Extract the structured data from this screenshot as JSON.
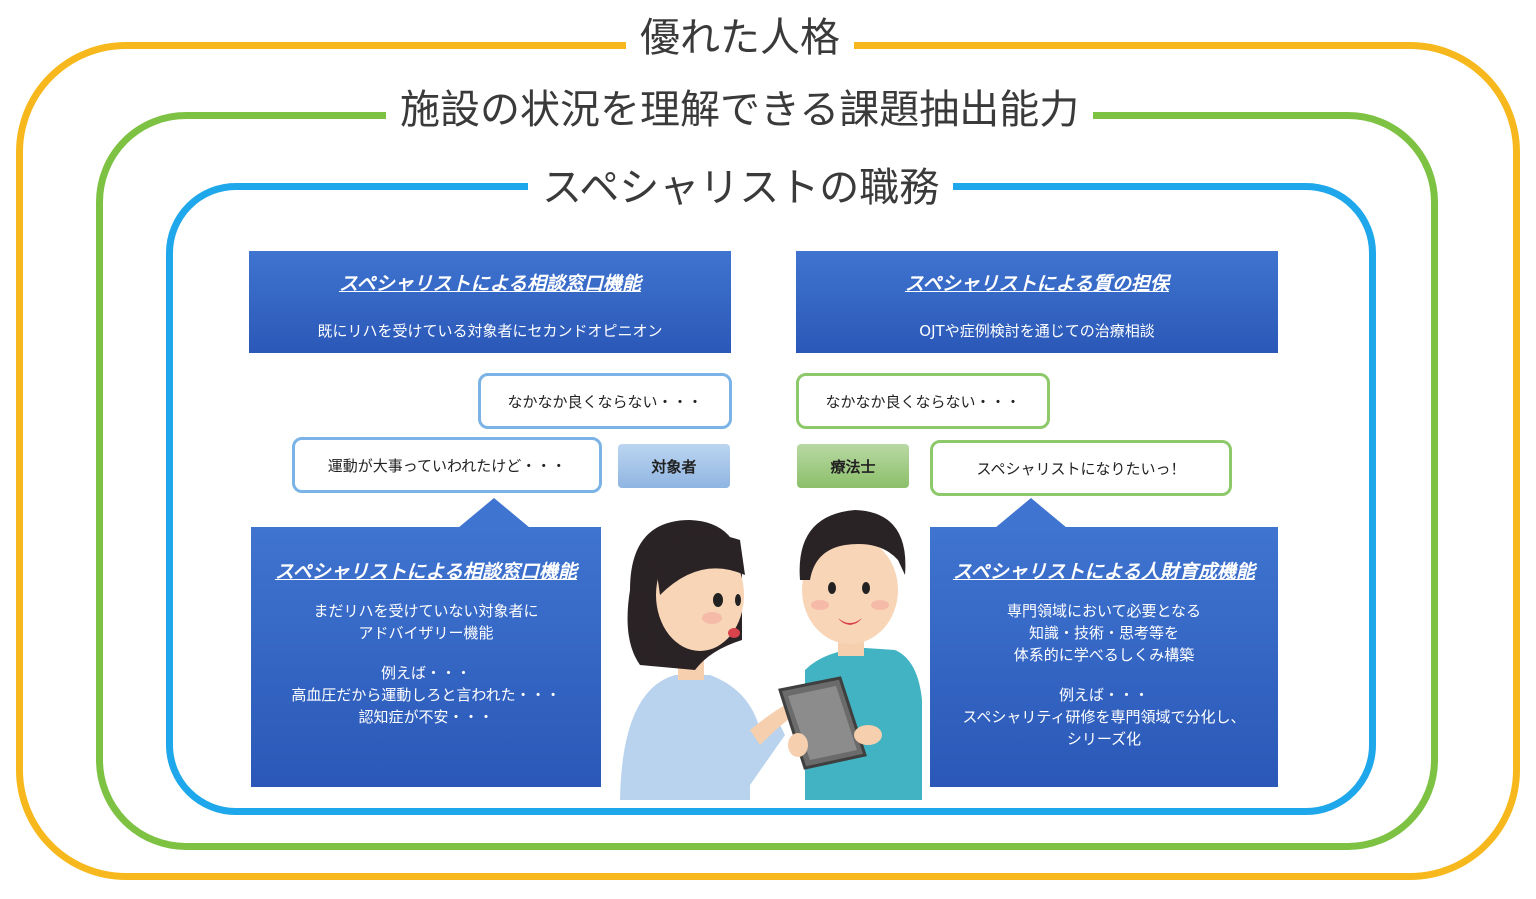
{
  "frames": {
    "outer_title": "優れた人格",
    "middle_title": "施設の状況を理解できる課題抽出能力",
    "inner_title": "スペシャリストの職務"
  },
  "panels": {
    "top_left": {
      "title": "スペシャリストによる相談窓口機能",
      "subtitle": "既にリハを受けている対象者にセカンドオピニオン"
    },
    "top_right": {
      "title": "スペシャリストによる質の担保",
      "subtitle": "OJTや症例検討を通じての治療相談"
    },
    "bottom_left": {
      "title": "スペシャリストによる相談窓口機能",
      "body_line1": "まだリハを受けていない対象者に",
      "body_line2": "アドバイザリー機能",
      "example_line1": "例えば・・・",
      "example_line2": "高血圧だから運動しろと言われた・・・",
      "example_line3": "認知症が不安・・・"
    },
    "bottom_right": {
      "title": "スペシャリストによる人財育成機能",
      "body_line1": "専門領域において必要となる",
      "body_line2": "知識・技術・思考等を",
      "body_line3": "体系的に学べるしくみ構築",
      "example_line1": "例えば・・・",
      "example_line2": "スペシャリティ研修を専門領域で分化し、",
      "example_line3": "シリーズ化"
    }
  },
  "bubbles": {
    "left_top": "なかなか良くならない・・・",
    "left_bottom": "運動が大事っていわれたけど・・・",
    "right_top": "なかなか良くならない・・・",
    "right_bottom": "スペシャリストになりたいっ！"
  },
  "roles": {
    "subject": "対象者",
    "therapist": "療法士"
  },
  "colors": {
    "outer_frame": "#f7b81d",
    "middle_frame": "#7dc242",
    "inner_frame": "#1ea7ea",
    "panel_blue": "#2b58b8"
  }
}
